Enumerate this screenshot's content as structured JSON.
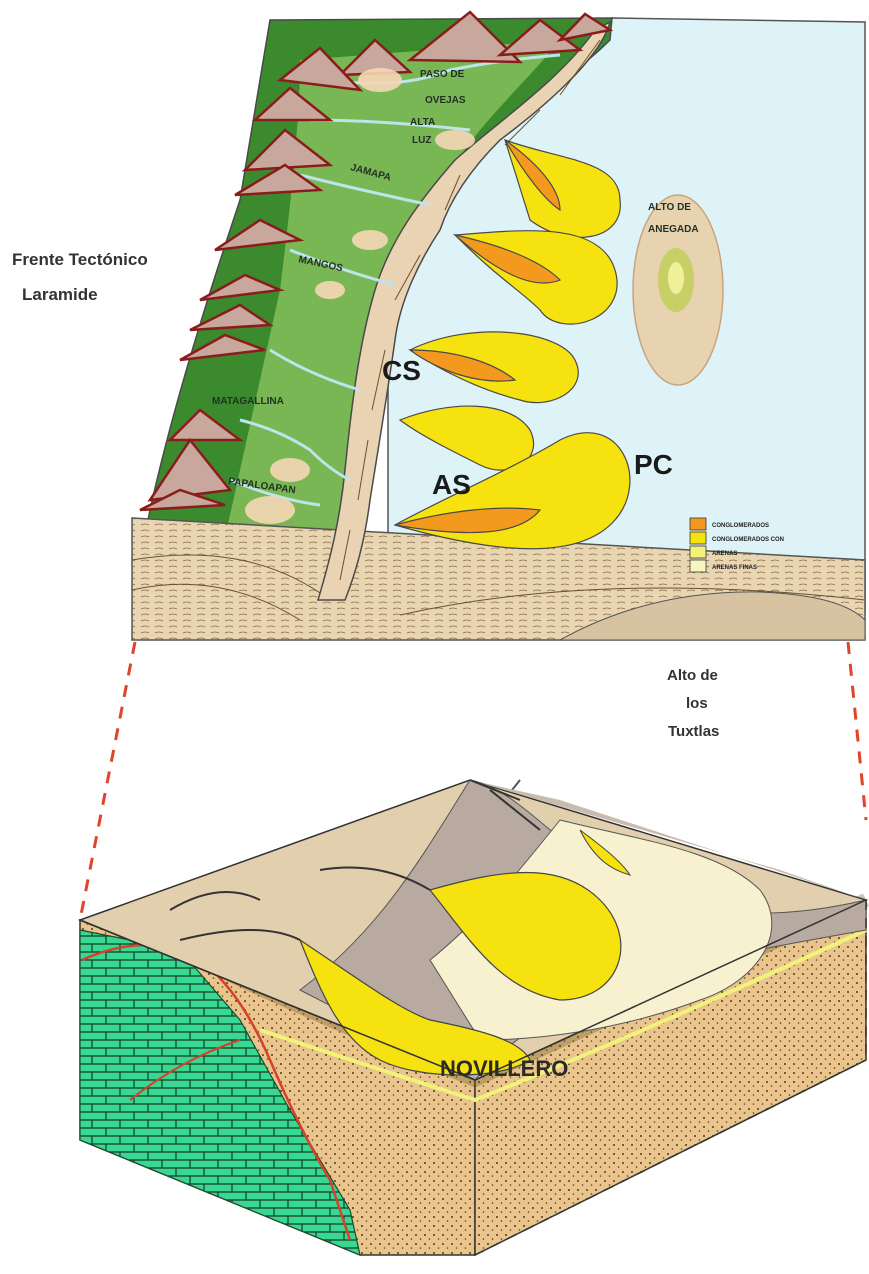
{
  "labels": {
    "frente_1": "Frente Tectónico",
    "frente_2": "Laramide",
    "paso_1": "PASO DE",
    "paso_2": "OVEJAS",
    "alta_1": "ALTA",
    "alta_2": "LUZ",
    "jamapa": "JAMAPA",
    "mangos": "MANGOS",
    "matagallina": "MATAGALLINA",
    "papaloapan": "PAPALOAPAN",
    "cs": "CS",
    "as": "AS",
    "pc": "PC",
    "alto_anegada_1": "ALTO DE",
    "alto_anegada_2": "ANEGADA",
    "tuxtlas_1": "Alto de",
    "tuxtlas_2": "los",
    "tuxtlas_3": "Tuxtlas",
    "novillero": "NOVILLERO"
  },
  "legend": [
    {
      "label": "CONGLOMERADOS",
      "color": "#f39a1e"
    },
    {
      "label": "CONGLOMERADOS CON",
      "color": "#f5e20e"
    },
    {
      "label": "ARENAS",
      "color": "#f4f07a"
    },
    {
      "label": "ARENAS FINAS",
      "color": "#f8f6c0"
    }
  ],
  "colors": {
    "platform_green": "#3c8a2e",
    "sea": "#def3f7",
    "conglomerate": "#f39a1e",
    "sand": "#f5e20e",
    "tan": "#ead3b2",
    "limestone": "#33d690",
    "fault": "#d7402a"
  }
}
